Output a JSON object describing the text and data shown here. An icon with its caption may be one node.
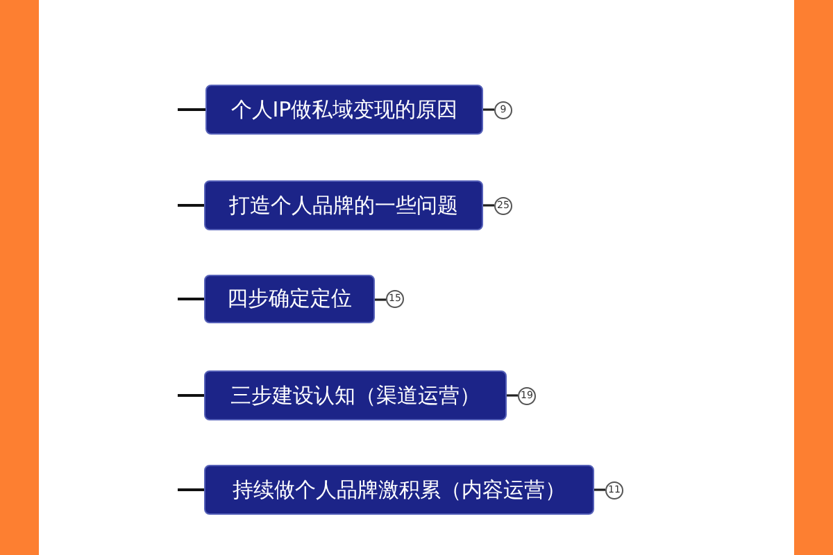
{
  "diagram": {
    "nodes": [
      {
        "text": [
          "个人IP做私域变现的原因"
        ],
        "beside": [
          "9"
        ]
      },
      {
        "text": [
          "打造个人品牌的一些问题"
        ],
        "beside": [
          "25"
        ]
      },
      {
        "text": [
          "四步确定定位"
        ],
        "beside": [
          "15"
        ]
      },
      {
        "text": [
          "三步建设认知（渠道运营）"
        ],
        "beside": [
          "19"
        ]
      },
      {
        "text": [
          "持续做个人品牌激积累（内容运营）"
        ],
        "beside": [
          "11"
        ]
      }
    ],
    "edges": [
      {
        "from": null,
        "to": 0,
        "arrow": "none"
      },
      {
        "from": null,
        "to": 1,
        "arrow": "none"
      },
      {
        "from": null,
        "to": 2,
        "arrow": "none"
      },
      {
        "from": null,
        "to": 3,
        "arrow": "none"
      },
      {
        "from": null,
        "to": 4,
        "arrow": "none"
      }
    ]
  }
}
